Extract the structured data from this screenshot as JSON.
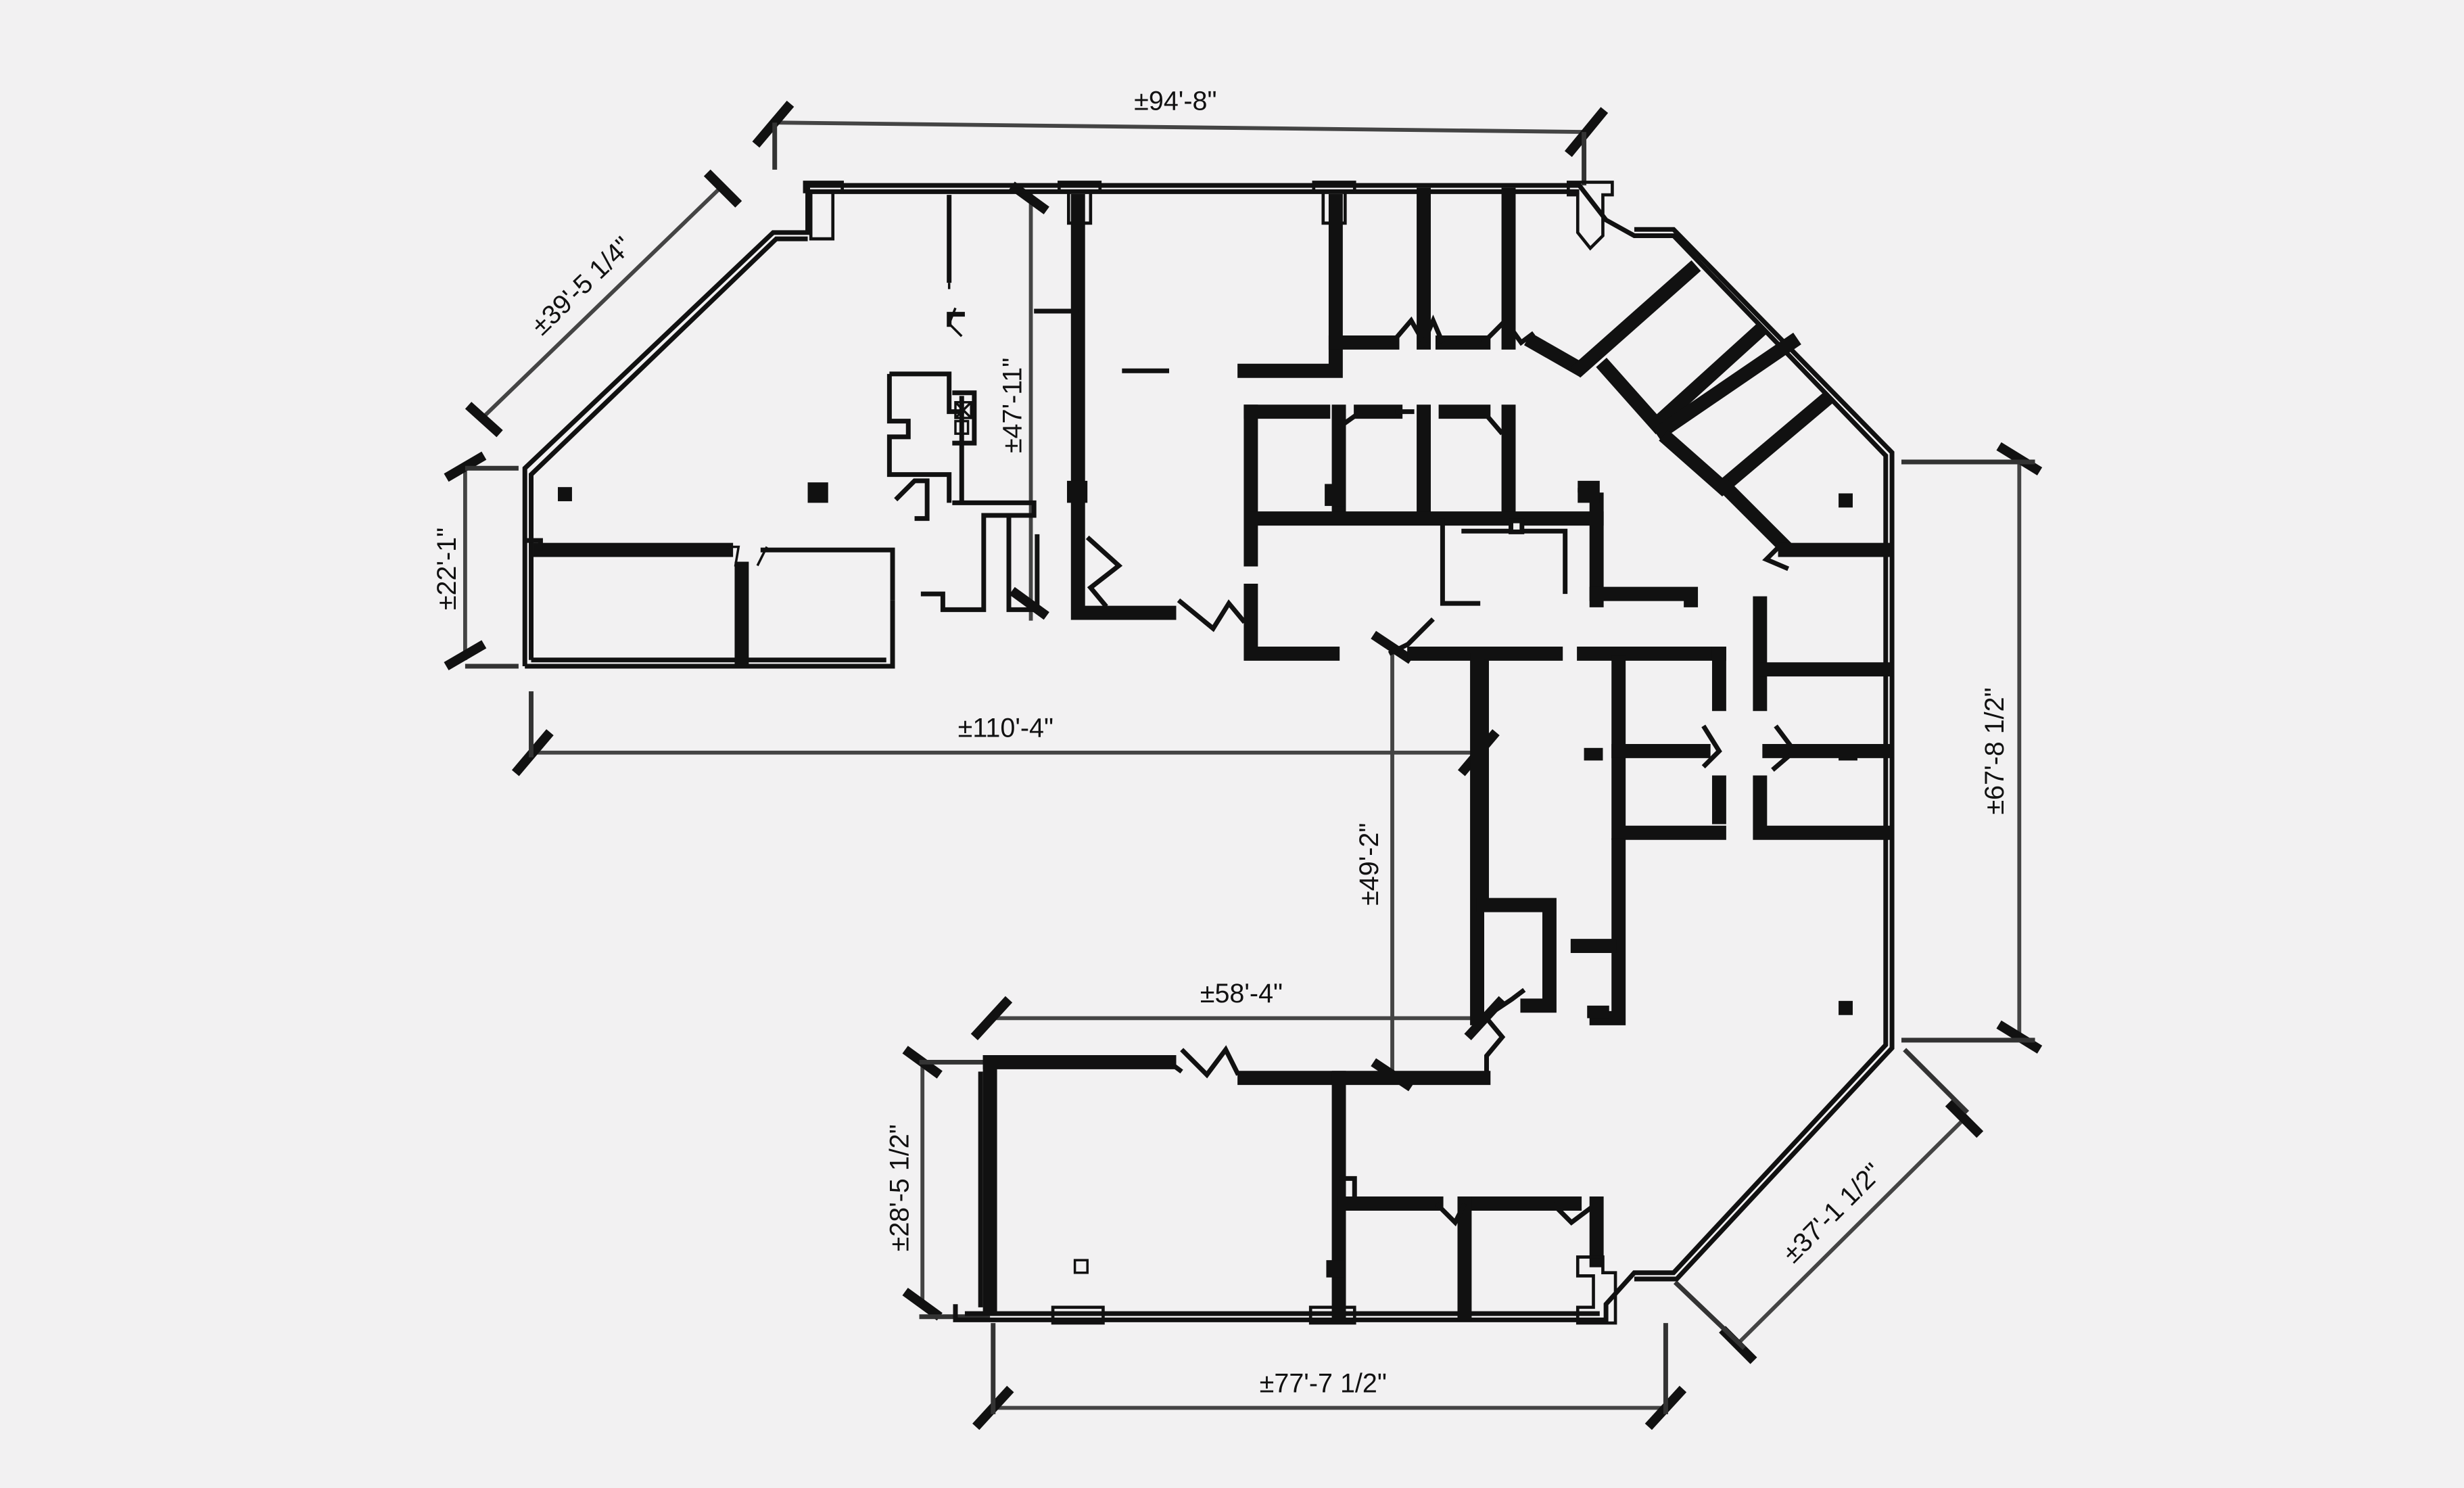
{
  "plan": {
    "dimensions": {
      "top": "±94'-8\"",
      "upper_left_diagonal": "±39'-5 1/4\"",
      "left": "±22'-1\"",
      "mid_horizontal": "±110'-4\"",
      "upper_center_vertical": "±47'-11\"",
      "right": "±67'-8 1/2\"",
      "center_vertical": "±49'-2\"",
      "lower_horizontal": "±58'-4\"",
      "lower_left": "±28'-5 1/2\"",
      "bottom": "±77'-7 1/2\"",
      "lower_right_diagonal": "±37'-1 1/2\""
    }
  }
}
